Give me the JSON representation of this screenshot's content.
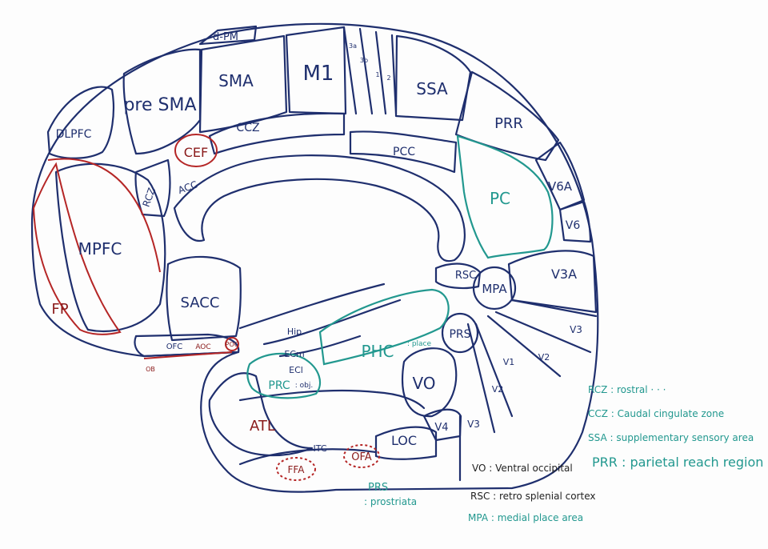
{
  "colors": {
    "navy": "#1f2f6e",
    "teal": "#22988f",
    "red": "#b52626",
    "dark_red": "#8a1a1a",
    "ink": "#222222"
  },
  "regions": {
    "dpm": "d-PM",
    "presma": "pre SMA",
    "sma": "SMA",
    "m1": "M1",
    "r3a": "3a",
    "r3b": "3b",
    "r1": "1",
    "r2": "2",
    "ssa": "SSA",
    "prr": "PRR",
    "dlpfc": "DLPFC",
    "cef": "CEF",
    "ccz": "CCZ",
    "pcc": "PCC",
    "pc": "PC",
    "v6a": "V6A",
    "v6": "V6",
    "rcz": "RCZ",
    "acc": "ACC",
    "mpfc": "MPFC",
    "fp": "FP",
    "rsc": "RSC",
    "mpa": "MPA",
    "v3a": "V3A",
    "sacc": "SACC",
    "hip": "Hip",
    "ecm": "ECm",
    "ecl": "ECl",
    "phc": "PHC",
    "phc_note": ": place",
    "prs": "PRS",
    "v3_upper": "V3",
    "ofc": "OFC",
    "aoc": "AOC",
    "poc": "POC",
    "ob": "OB",
    "prc": "PRC",
    "prc_note": ": obj.",
    "vo": "VO",
    "v1": "V1",
    "v2_upper": "V2",
    "v2_lower": "V2",
    "atl": "ATL",
    "v4": "V4",
    "v3_lower": "V3",
    "loc": "LOC",
    "itc": "ITC",
    "ofa": "OFA",
    "ffa": "FFA"
  },
  "legend": {
    "rcz": "RCZ : rostral · · ·",
    "ccz": "CCZ : Caudal cingulate zone",
    "ssa": "SSA : supplementary sensory area",
    "prr": "PRR : parietal reach region",
    "vo": "VO : Ventral occipital",
    "rsc": "RSC : retro splenial cortex",
    "mpa": "MPA : medial place area",
    "prs_title": "PRS",
    "prs_def": ": prostriata"
  }
}
